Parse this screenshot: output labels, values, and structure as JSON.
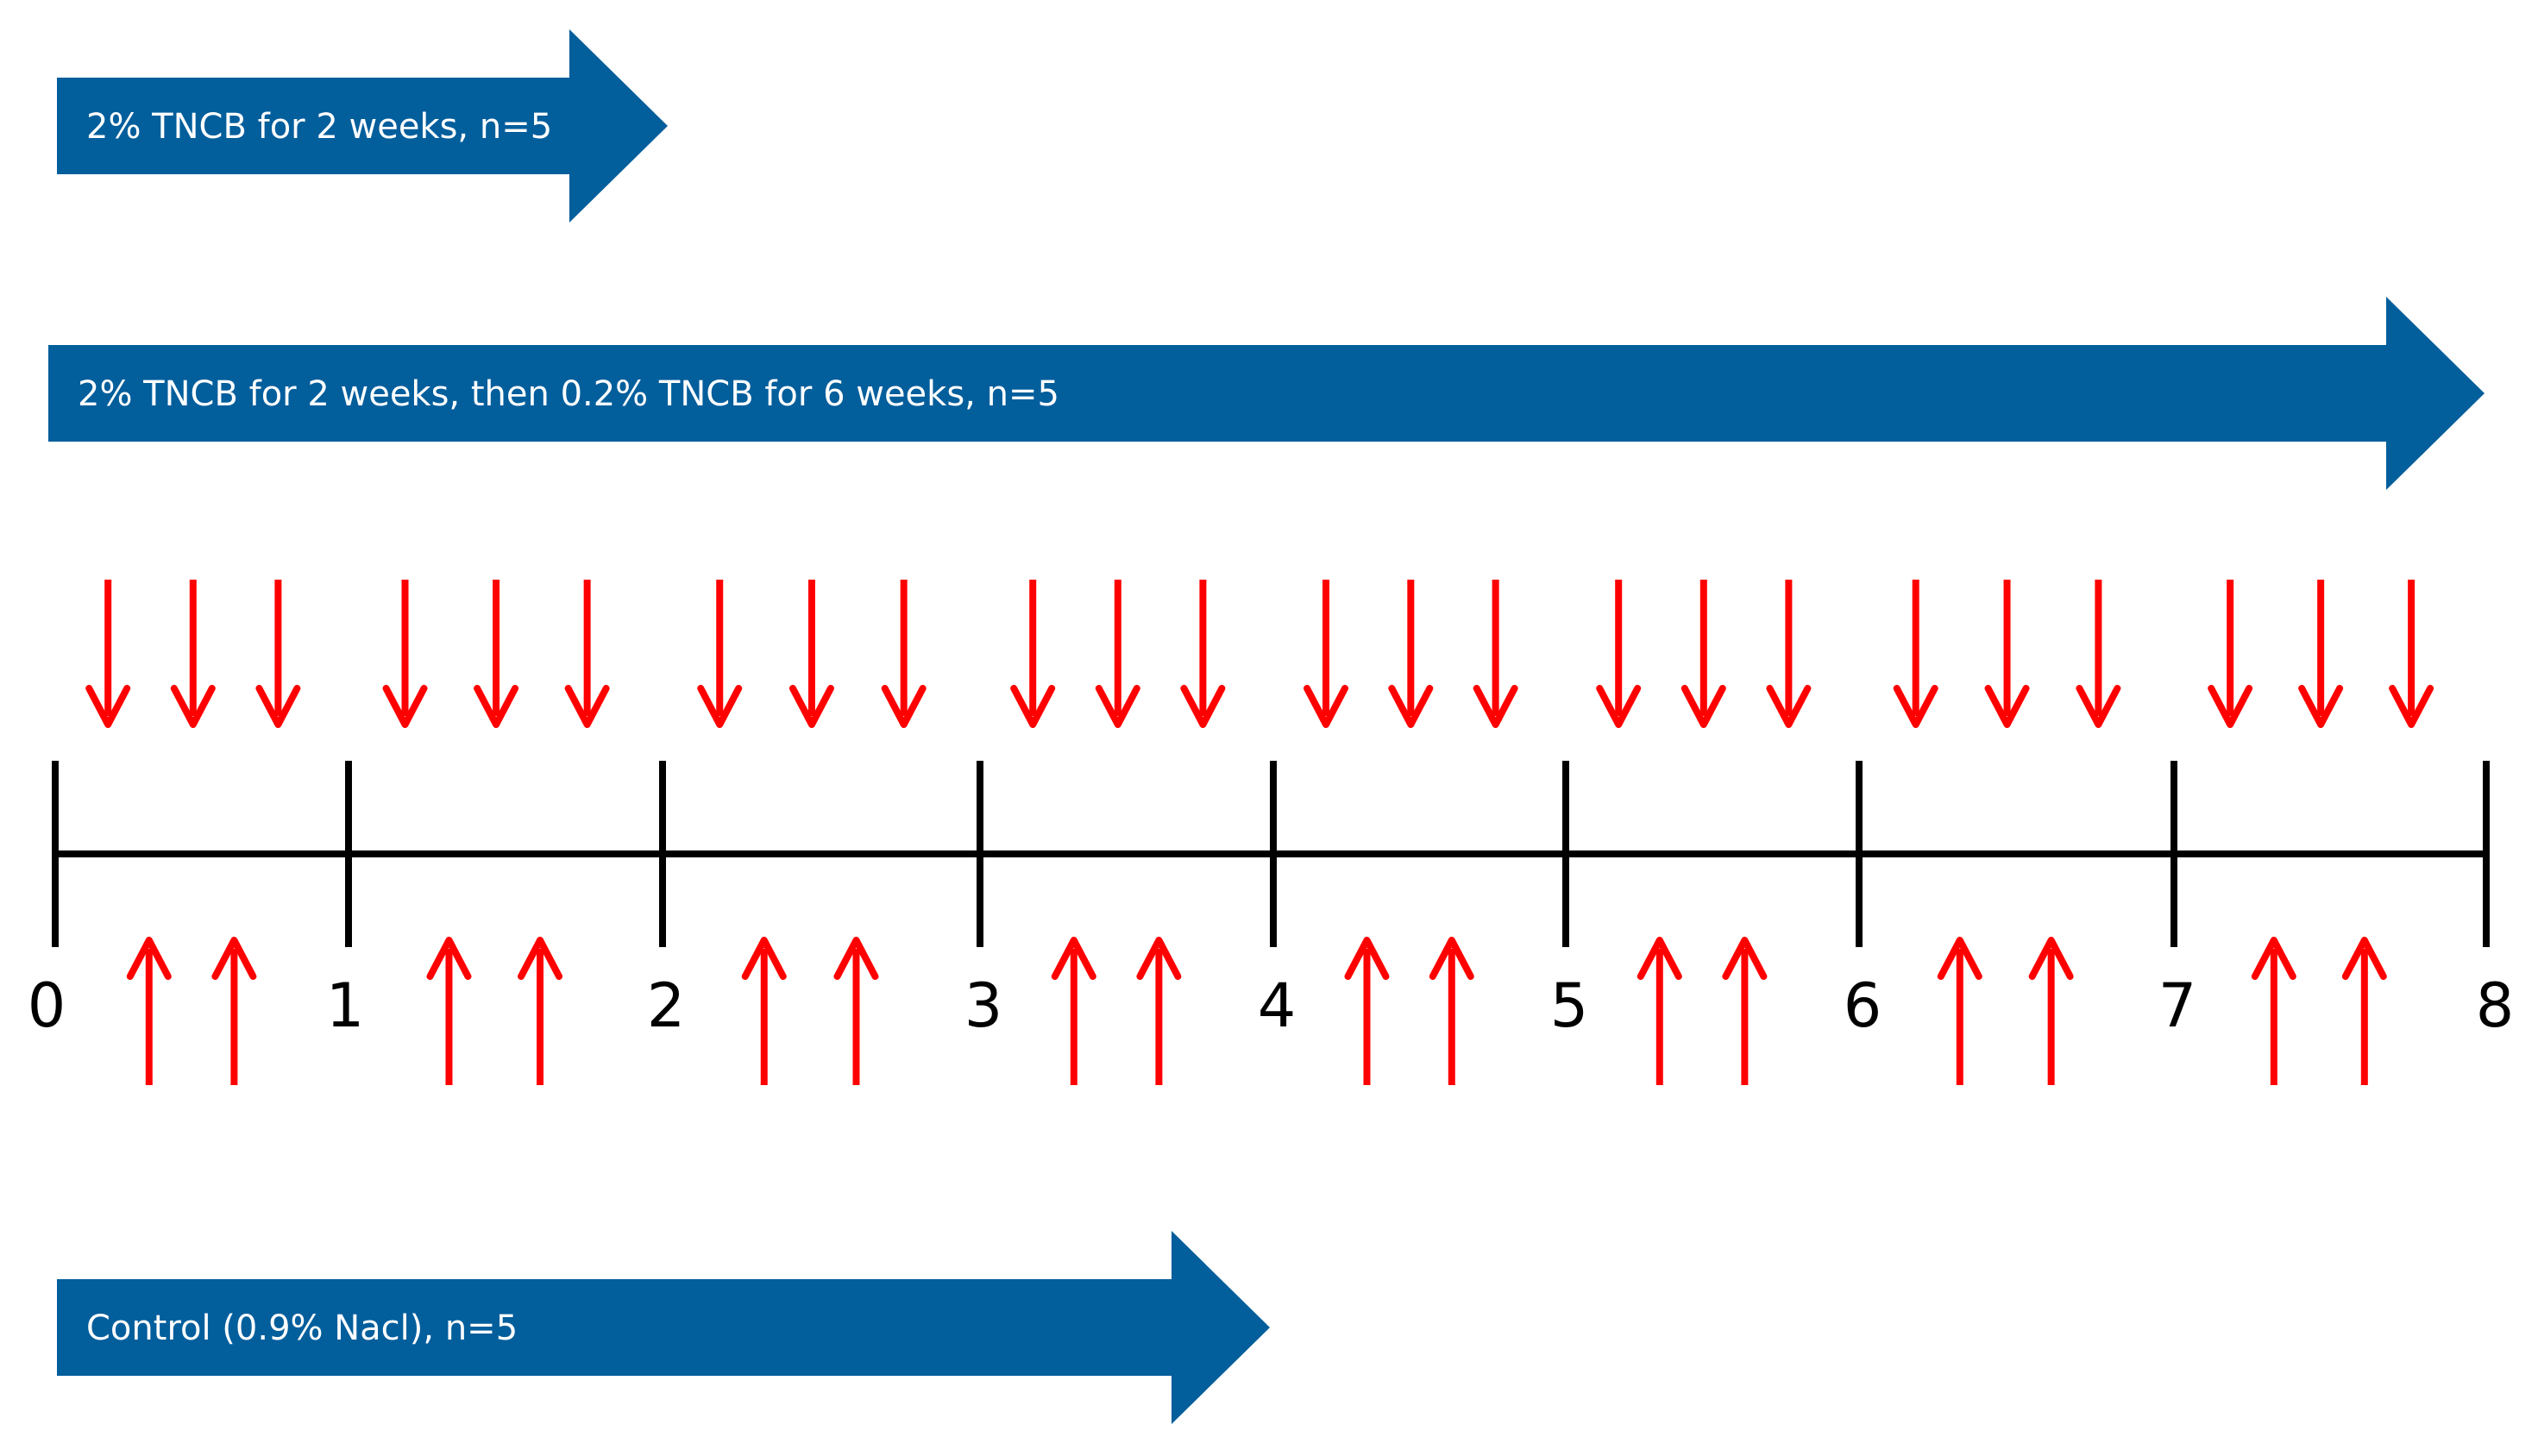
{
  "protocol_arrows": [
    {
      "label": "2% TNCB for 2 weeks, n=5"
    },
    {
      "label": "2% TNCB for 2 weeks, then 0.2% TNCB for 6 weeks, n=5"
    },
    {
      "label": "Control (0.9% Nacl), n=5"
    }
  ],
  "timeline": {
    "tick_labels": [
      "0",
      "1",
      "2",
      "3",
      "4",
      "5",
      "6",
      "7",
      "8"
    ],
    "down_arrows_per_interval": 3,
    "up_arrows_per_interval": 2
  },
  "colors": {
    "protocol_arrow": "#035E9C",
    "dose_arrow": "#FF0000",
    "axis": "#000000",
    "label_text": "#FFFFFF"
  }
}
